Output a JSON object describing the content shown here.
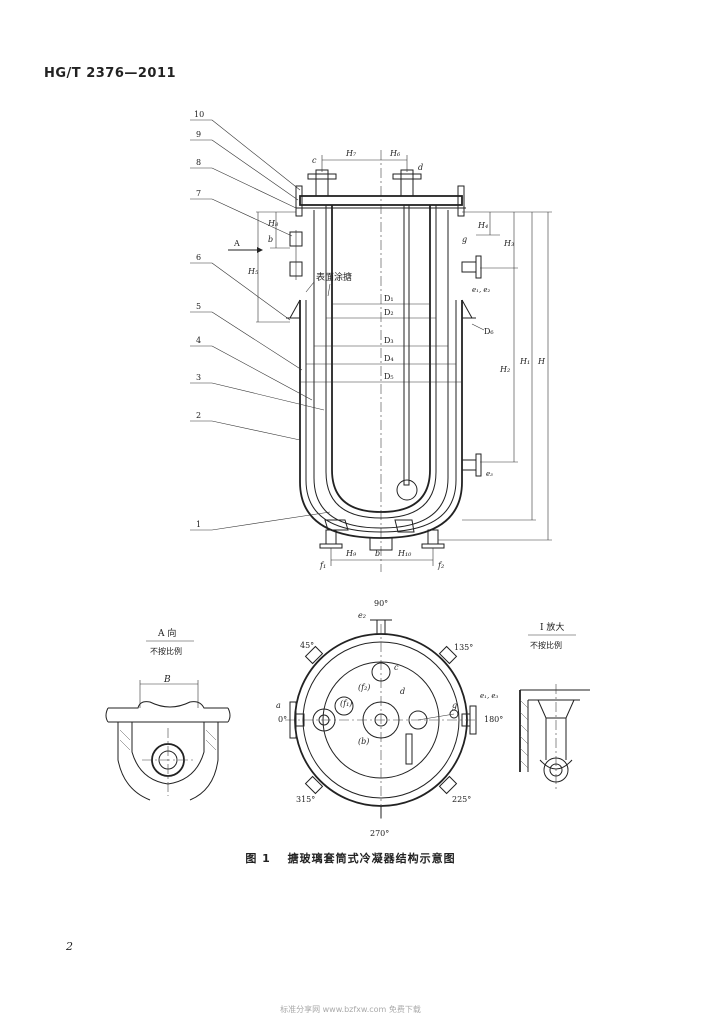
{
  "header": {
    "standard_code": "HG/T 2376—2011"
  },
  "page_number": "2",
  "figure": {
    "label": "图 1",
    "title": "搪玻璃套筒式冷凝器结构示意图"
  },
  "main_view": {
    "part_numbers": [
      "10",
      "9",
      "8",
      "7",
      "6",
      "5",
      "4",
      "3",
      "2",
      "1"
    ],
    "direction_label": "A",
    "surface_coating_label": "表面涂搪",
    "nozzles": {
      "c": "c",
      "d": "d",
      "e1e2": "e₁, e₂",
      "e3": "e₃",
      "g": "g",
      "f1": "f₁",
      "f2": "f₂",
      "b": "b"
    },
    "dimensions": {
      "H7": "H₇",
      "H6": "H₆",
      "H8": "H₈",
      "H9": "H₉",
      "H10": "H₁₀",
      "H5": "H₅",
      "H4": "H₄",
      "H3": "H₃",
      "H2": "H₂",
      "H1": "H₁",
      "H": "H",
      "D1": "D₁",
      "D2": "D₂",
      "D3": "D₃",
      "D4": "D₄",
      "D5": "D₅",
      "D6": "D₆",
      "b": "b"
    }
  },
  "view_a": {
    "title": "A 向",
    "subtitle": "不按比例",
    "dim_B": "B"
  },
  "plan_view": {
    "angles": {
      "a90": "90°",
      "a45": "45°",
      "a135": "135°",
      "a0": "0°",
      "a180": "180°",
      "a315": "315°",
      "a225": "225°",
      "a270": "270°"
    },
    "labels": {
      "e2": "e₂",
      "a": "a",
      "f1": "(f₁)",
      "f2": "(f₂)",
      "b": "(b)",
      "c": "c",
      "d": "d",
      "g": "g",
      "e1e3": "e₁, e₃"
    }
  },
  "detail_view": {
    "title": "I 放大",
    "subtitle": "不按比例"
  },
  "footer_watermark": "标准分享网 www.bzfxw.com 免费下载"
}
